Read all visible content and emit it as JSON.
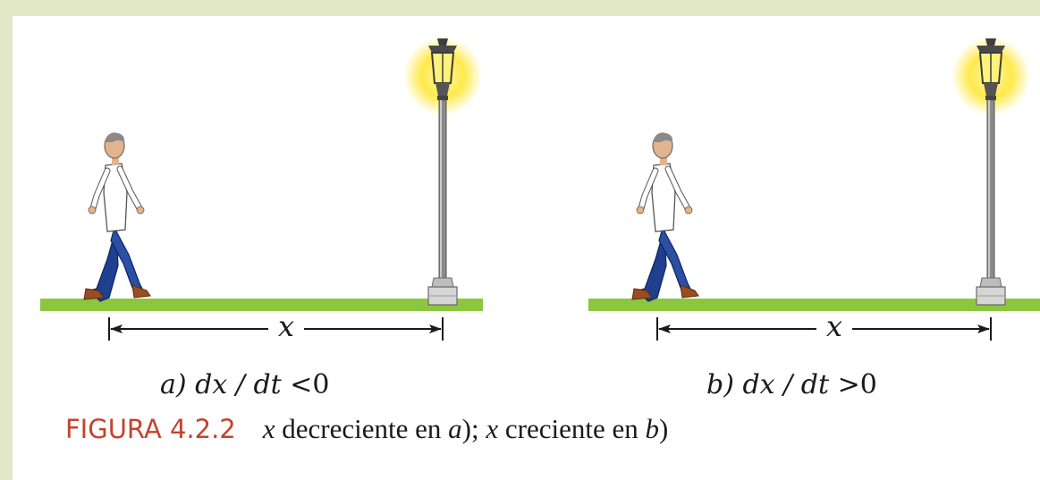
{
  "panel_a": {
    "distance_label": "x",
    "caption_prefix": "a)",
    "caption_expr": "dx / dt",
    "caption_rel": "<",
    "caption_value": "0"
  },
  "panel_b": {
    "distance_label": "x",
    "caption_prefix": "b)",
    "caption_expr": "dx / dt",
    "caption_rel": ">",
    "caption_value": "0"
  },
  "figure": {
    "number": "FIGURA 4.2.2",
    "caption_parts": [
      "x",
      " decreciente en ",
      "a",
      "); ",
      "x",
      " creciente en ",
      "b",
      ")"
    ]
  },
  "colors": {
    "border": "#e1e6c7",
    "ground": "#8cc63f",
    "figure_number": "#c3432c",
    "lamp_glow": "#ffe94d",
    "pants": "#1f3f8f"
  }
}
